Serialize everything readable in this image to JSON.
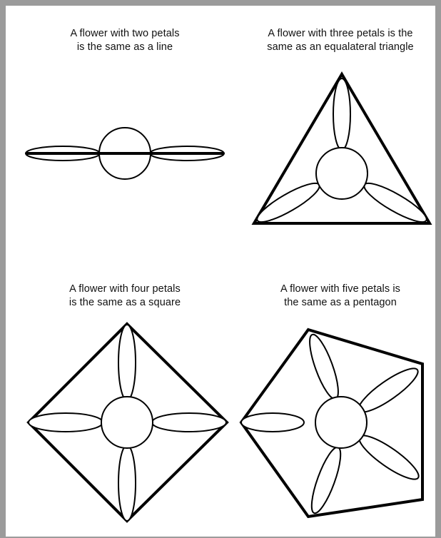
{
  "panels": [
    {
      "id": "two",
      "petals": 2,
      "shape": "line",
      "caption_lines": [
        "A flower with two petals",
        "is the same as a line"
      ]
    },
    {
      "id": "three",
      "petals": 3,
      "shape": "equalateral triangle",
      "caption_lines": [
        "A flower with three petals is the",
        "same as an equalateral triangle"
      ]
    },
    {
      "id": "four",
      "petals": 4,
      "shape": "square",
      "caption_lines": [
        "A flower with four petals",
        "is the same as a square"
      ]
    },
    {
      "id": "five",
      "petals": 5,
      "shape": "pentagon",
      "caption_lines": [
        "A flower with five petals is",
        "the same as a pentagon"
      ]
    }
  ],
  "colors": {
    "frame": "#9b9b9b",
    "ink": "#000000",
    "paper": "#ffffff"
  }
}
